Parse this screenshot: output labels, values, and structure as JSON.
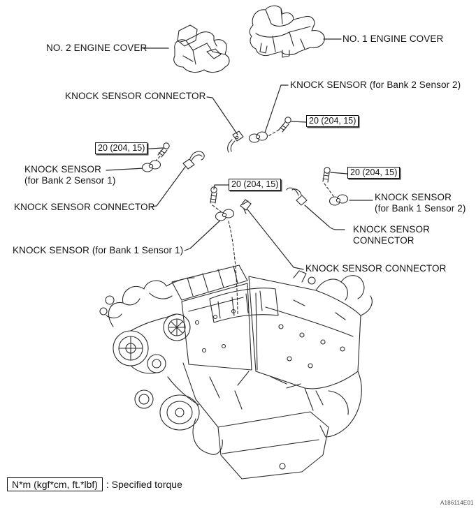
{
  "colors": {
    "line": "#2b2b2b",
    "text": "#141414",
    "background": "#ffffff"
  },
  "labels": {
    "no2_engine_cover": "NO. 2 ENGINE COVER",
    "no1_engine_cover": "NO. 1 ENGINE COVER",
    "knock_sensor_connector_top": "KNOCK SENSOR CONNECTOR",
    "knock_sensor_bank2_sensor2": "KNOCK SENSOR (for Bank 2 Sensor 2)",
    "knock_sensor_bank2_sensor1_line1": "KNOCK SENSOR",
    "knock_sensor_bank2_sensor1_line2": "(for Bank 2 Sensor 1)",
    "knock_sensor_connector_left": "KNOCK SENSOR CONNECTOR",
    "knock_sensor_bank1_sensor1": "KNOCK SENSOR (for Bank 1 Sensor 1)",
    "knock_sensor_bank1_sensor2_line1": "KNOCK SENSOR",
    "knock_sensor_bank1_sensor2_line2": "(for Bank 1 Sensor 2)",
    "knock_sensor_connector_right_line1": "KNOCK SENSOR",
    "knock_sensor_connector_right_line2": "CONNECTOR",
    "knock_sensor_connector_bottom": "KNOCK SENSOR CONNECTOR"
  },
  "torque_specs": [
    "20 (204, 15)",
    "20 (204, 15)",
    "20 (204, 15)",
    "20 (204, 15)"
  ],
  "legend": {
    "torque_unit": "N*m (kgf*cm, ft.*lbf)",
    "description": ": Specified torque"
  },
  "figure_id": "A186114E01"
}
